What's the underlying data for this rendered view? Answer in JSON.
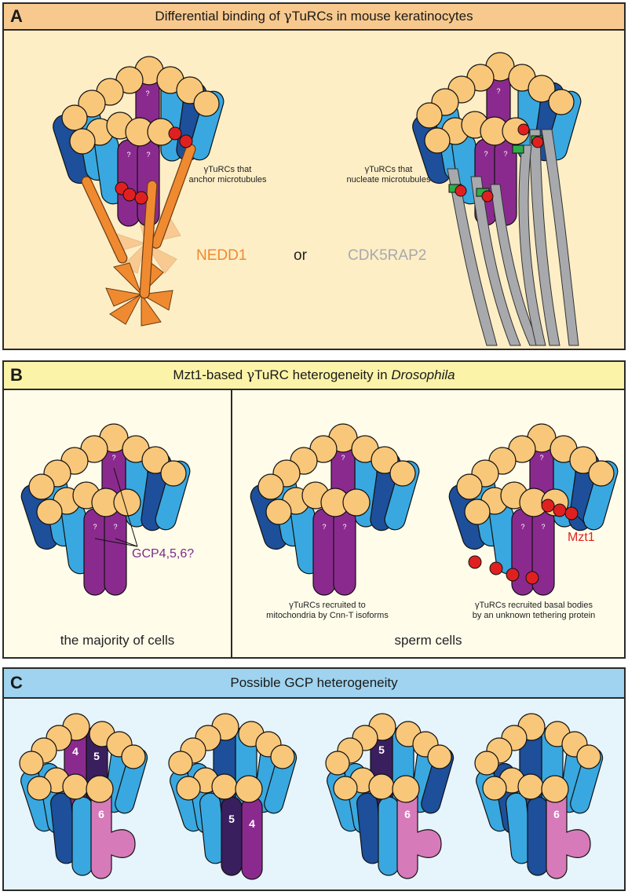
{
  "panel_a": {
    "letter": "A",
    "title_prefix": "Differential binding of ",
    "title_gamma": "γ",
    "title_suffix": "TuRCs in mouse keratinocytes",
    "left_caption_line1": "γTuRCs that",
    "left_caption_line2": "anchor microtubules",
    "right_caption_line1": "γTuRCs that",
    "right_caption_line2": "nucleate microtubules",
    "left_factor": "NEDD1",
    "or_word": "or",
    "right_factor": "CDK5RAP2",
    "question_mark": "?",
    "colors": {
      "header_bg": "#f7c98e",
      "body_bg": "#fdeec6",
      "nedd1": "#f08a30",
      "cdk5rap2": "#a7a9ac"
    }
  },
  "panel_b": {
    "letter": "B",
    "title_prefix": "Mzt1-based ",
    "title_gamma": "γ",
    "title_mid": "TuRC heterogeneity in ",
    "title_italic": "Drosophila",
    "gcp_label": "GCP4,5,6?",
    "mzt1_label": "Mzt1",
    "left_footer": "the majority of cells",
    "right_footer": "sperm cells",
    "caption_mito_line1": "γTuRCs recruited to",
    "caption_mito_line2": "mitochondria by Cnn-T isoforms",
    "caption_basal_line1": "γTuRCs recruited basal bodies",
    "caption_basal_line2": "by an unknown tethering protein",
    "colors": {
      "header_bg": "#fbf3a8",
      "body_bg": "#fffdea",
      "gcp": "#7a2a8a",
      "mzt1": "#e02020"
    }
  },
  "panel_c": {
    "letter": "C",
    "title": "Possible GCP heterogeneity",
    "rings": [
      {
        "numbers": [
          "4",
          "5",
          "6"
        ]
      },
      {
        "numbers": [
          "5",
          "4"
        ]
      },
      {
        "numbers": [
          "5",
          "6"
        ]
      },
      {
        "numbers": [
          "6"
        ]
      }
    ],
    "colors": {
      "header_bg": "#9fd3ef",
      "body_bg": "#e6f4fc"
    }
  },
  "palette": {
    "gamma_tubulin": "#f9c77a",
    "gcp_light": "#39a8e0",
    "gcp_mid": "#1a72bb",
    "gcp_dark": "#1d4f9a",
    "gcp_purple": "#8b2a8e",
    "gcp5_dark": "#3a1f5e",
    "gcp6_pink": "#d77ab9",
    "binding_site": "#2eae4a"
  }
}
